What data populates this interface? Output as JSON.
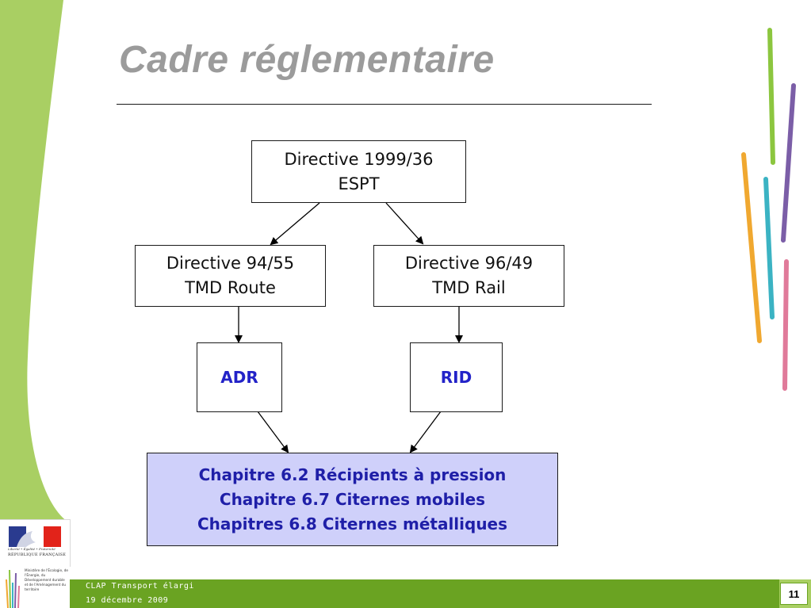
{
  "slide": {
    "title": "Cadre réglementaire",
    "page_number": "11"
  },
  "diagram": {
    "top": {
      "line1": "Directive 1999/36",
      "line2": "ESPT"
    },
    "left": {
      "line1": "Directive 94/55",
      "line2": "TMD Route"
    },
    "right": {
      "line1": "Directive 96/49",
      "line2": "TMD  Rail"
    },
    "adr": "ADR",
    "rid": "RID",
    "chapters": [
      "Chapitre 6.2 Récipients à pression",
      "Chapitre 6.7 Citernes mobiles",
      "Chapitres 6.8 Citernes métalliques"
    ]
  },
  "footer": {
    "line1": "CLAP Transport élargi",
    "line2": "19 décembre 2009"
  },
  "logo": {
    "motto": "Liberté • Égalité • Fraternité",
    "republic": "RÉPUBLIQUE FRANÇAISE",
    "ministry": "Ministère de l'Écologie, de l'Énergie, du Développement durable et de l'Aménagement du territoire"
  },
  "colors": {
    "title": "#9b9b9b",
    "accent_green": "#6aa322",
    "light_green": "#a9cf63",
    "box_blue_text": "#2323c8",
    "chapter_fill": "#cfd0fa"
  }
}
